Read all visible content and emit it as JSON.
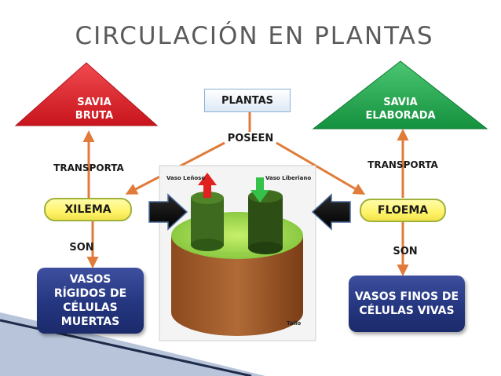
{
  "title": "CIRCULACIÓN EN PLANTAS",
  "left_triangle": {
    "line1": "SAVIA",
    "line2": "BRUTA",
    "color": "#e3262f"
  },
  "right_triangle": {
    "line1": "SAVIA",
    "line2": "ELABORADA",
    "color": "#23a84f"
  },
  "center": {
    "plantas": "PLANTAS",
    "poseen": "POSEEN"
  },
  "left_branch": {
    "transporta": "TRANSPORTA",
    "tissue": "XILEMA",
    "son": "SON",
    "vessel_lines": [
      "VASOS",
      "RÍGIDOS DE",
      "CÉLULAS",
      "MUERTAS"
    ]
  },
  "right_branch": {
    "transporta": "TRANSPORTA",
    "tissue": "FLOEMA",
    "son": "SON",
    "vessel_lines": [
      "VASOS FINOS DE",
      "CÉLULAS VIVAS"
    ]
  },
  "stem_image": {
    "label_left": "Vaso Leñoso",
    "label_right": "Vaso Liberiano",
    "label_bottom": "Tallo"
  },
  "colors": {
    "arrow": "#e07b39",
    "navy": "#253680",
    "pill_fill": "#fff36a"
  }
}
